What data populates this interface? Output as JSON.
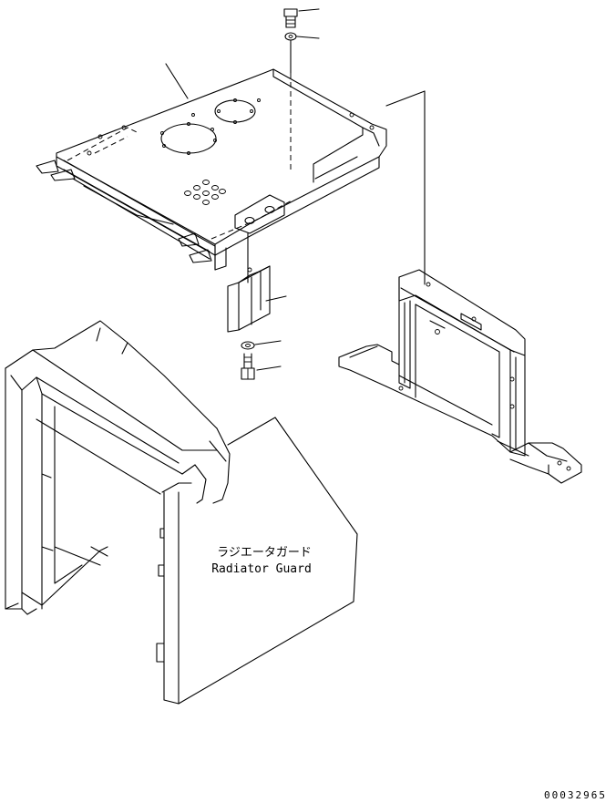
{
  "label": {
    "jp": "ラジエータガード",
    "en": "Radiator Guard"
  },
  "drawing_code": "00032965"
}
